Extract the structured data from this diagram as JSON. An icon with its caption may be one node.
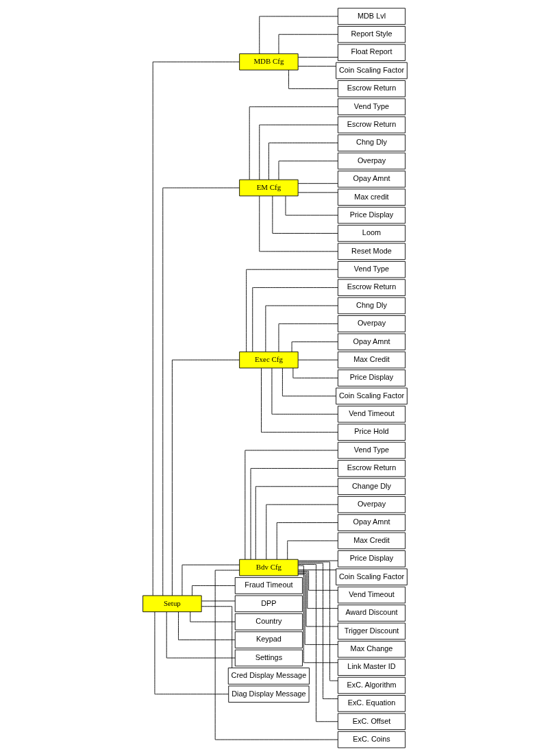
{
  "diagram": {
    "nodes": [
      {
        "text": [
          "Setup"
        ]
      },
      {
        "text": [
          "MDB Cfg"
        ]
      },
      {
        "text": [
          "EM Cfg"
        ]
      },
      {
        "text": [
          "Exec Cfg"
        ]
      },
      {
        "text": [
          "Bdv Cfg"
        ]
      },
      {
        "text": [
          "MDB Lvl"
        ]
      },
      {
        "text": [
          "Report Style"
        ]
      },
      {
        "text": [
          "Float Report"
        ]
      },
      {
        "text": [
          "Coin Scaling Factor"
        ]
      },
      {
        "text": [
          "Escrow Return"
        ]
      },
      {
        "text": [
          "Vend Type"
        ]
      },
      {
        "text": [
          "Escrow Return"
        ]
      },
      {
        "text": [
          "Chng Dly"
        ]
      },
      {
        "text": [
          "Overpay"
        ]
      },
      {
        "text": [
          "Opay Amnt"
        ]
      },
      {
        "text": [
          "Max credit"
        ]
      },
      {
        "text": [
          "Price Display"
        ]
      },
      {
        "text": [
          "Loom"
        ]
      },
      {
        "text": [
          "Reset Mode"
        ]
      },
      {
        "text": [
          "Vend Type"
        ]
      },
      {
        "text": [
          "Escrow Return"
        ]
      },
      {
        "text": [
          "Chng Dly"
        ]
      },
      {
        "text": [
          "Overpay"
        ]
      },
      {
        "text": [
          "Opay Amnt"
        ]
      },
      {
        "text": [
          "Max Credit"
        ]
      },
      {
        "text": [
          "Price Display"
        ]
      },
      {
        "text": [
          "Coin Scaling Factor"
        ]
      },
      {
        "text": [
          "Vend Timeout"
        ]
      },
      {
        "text": [
          "Price Hold"
        ]
      },
      {
        "text": [
          "Vend Type"
        ]
      },
      {
        "text": [
          "Escrow Return"
        ]
      },
      {
        "text": [
          "Change Dly"
        ]
      },
      {
        "text": [
          "Overpay"
        ]
      },
      {
        "text": [
          "Opay Amnt"
        ]
      },
      {
        "text": [
          "Max Credit"
        ]
      },
      {
        "text": [
          "Price Display"
        ]
      },
      {
        "text": [
          "Coin Scaling Factor"
        ]
      },
      {
        "text": [
          "Vend Timeout"
        ]
      },
      {
        "text": [
          "Award Discount"
        ]
      },
      {
        "text": [
          "Trigger Discount"
        ]
      },
      {
        "text": [
          "Max Change"
        ]
      },
      {
        "text": [
          "Link Master ID"
        ]
      },
      {
        "text": [
          "ExC. Algorithm"
        ]
      },
      {
        "text": [
          "ExC. Equation"
        ]
      },
      {
        "text": [
          "ExC. Offset"
        ]
      },
      {
        "text": [
          "ExC. Coins"
        ]
      },
      {
        "text": [
          "Fraud Timeout"
        ]
      },
      {
        "text": [
          "DPP"
        ]
      },
      {
        "text": [
          "Country"
        ]
      },
      {
        "text": [
          "Keypad"
        ]
      },
      {
        "text": [
          "Settings"
        ]
      },
      {
        "text": [
          "Cred Display Message"
        ]
      },
      {
        "text": [
          "Diag Display Message"
        ]
      }
    ],
    "edges": [
      {
        "from": 0,
        "to": 1,
        "arrow": "none"
      },
      {
        "from": 0,
        "to": 2,
        "arrow": "none"
      },
      {
        "from": 0,
        "to": 3,
        "arrow": "none"
      },
      {
        "from": 0,
        "to": 4,
        "arrow": "none"
      },
      {
        "from": 0,
        "to": 46,
        "arrow": "none"
      },
      {
        "from": 0,
        "to": 47,
        "arrow": "none"
      },
      {
        "from": 0,
        "to": 48,
        "arrow": "none"
      },
      {
        "from": 0,
        "to": 49,
        "arrow": "none"
      },
      {
        "from": 0,
        "to": 50,
        "arrow": "none"
      },
      {
        "from": 0,
        "to": 51,
        "arrow": "none"
      },
      {
        "from": 0,
        "to": 52,
        "arrow": "none"
      },
      {
        "from": 1,
        "to": 5,
        "arrow": "none"
      },
      {
        "from": 1,
        "to": 6,
        "arrow": "none"
      },
      {
        "from": 1,
        "to": 7,
        "arrow": "none"
      },
      {
        "from": 1,
        "to": 8,
        "arrow": "none"
      },
      {
        "from": 1,
        "to": 9,
        "arrow": "none"
      },
      {
        "from": 2,
        "to": 10,
        "arrow": "none"
      },
      {
        "from": 2,
        "to": 11,
        "arrow": "none"
      },
      {
        "from": 2,
        "to": 12,
        "arrow": "none"
      },
      {
        "from": 2,
        "to": 13,
        "arrow": "none"
      },
      {
        "from": 2,
        "to": 14,
        "arrow": "none"
      },
      {
        "from": 2,
        "to": 15,
        "arrow": "none"
      },
      {
        "from": 2,
        "to": 16,
        "arrow": "none"
      },
      {
        "from": 2,
        "to": 17,
        "arrow": "none"
      },
      {
        "from": 2,
        "to": 18,
        "arrow": "none"
      },
      {
        "from": 3,
        "to": 19,
        "arrow": "none"
      },
      {
        "from": 3,
        "to": 20,
        "arrow": "none"
      },
      {
        "from": 3,
        "to": 21,
        "arrow": "none"
      },
      {
        "from": 3,
        "to": 22,
        "arrow": "none"
      },
      {
        "from": 3,
        "to": 23,
        "arrow": "none"
      },
      {
        "from": 3,
        "to": 24,
        "arrow": "none"
      },
      {
        "from": 3,
        "to": 25,
        "arrow": "none"
      },
      {
        "from": 3,
        "to": 26,
        "arrow": "none"
      },
      {
        "from": 3,
        "to": 27,
        "arrow": "none"
      },
      {
        "from": 3,
        "to": 28,
        "arrow": "none"
      },
      {
        "from": 4,
        "to": 29,
        "arrow": "none"
      },
      {
        "from": 4,
        "to": 30,
        "arrow": "none"
      },
      {
        "from": 4,
        "to": 31,
        "arrow": "none"
      },
      {
        "from": 4,
        "to": 32,
        "arrow": "none"
      },
      {
        "from": 4,
        "to": 33,
        "arrow": "none"
      },
      {
        "from": 4,
        "to": 34,
        "arrow": "none"
      },
      {
        "from": 4,
        "to": 35,
        "arrow": "none"
      },
      {
        "from": 4,
        "to": 36,
        "arrow": "none"
      },
      {
        "from": 4,
        "to": 37,
        "arrow": "none"
      },
      {
        "from": 4,
        "to": 38,
        "arrow": "none"
      },
      {
        "from": 4,
        "to": 39,
        "arrow": "none"
      },
      {
        "from": 4,
        "to": 40,
        "arrow": "none"
      },
      {
        "from": 4,
        "to": 41,
        "arrow": "none"
      },
      {
        "from": 4,
        "to": 42,
        "arrow": "none"
      },
      {
        "from": 4,
        "to": 43,
        "arrow": "none"
      },
      {
        "from": 4,
        "to": 44,
        "arrow": "none"
      },
      {
        "from": 4,
        "to": 45,
        "arrow": "none"
      }
    ]
  }
}
